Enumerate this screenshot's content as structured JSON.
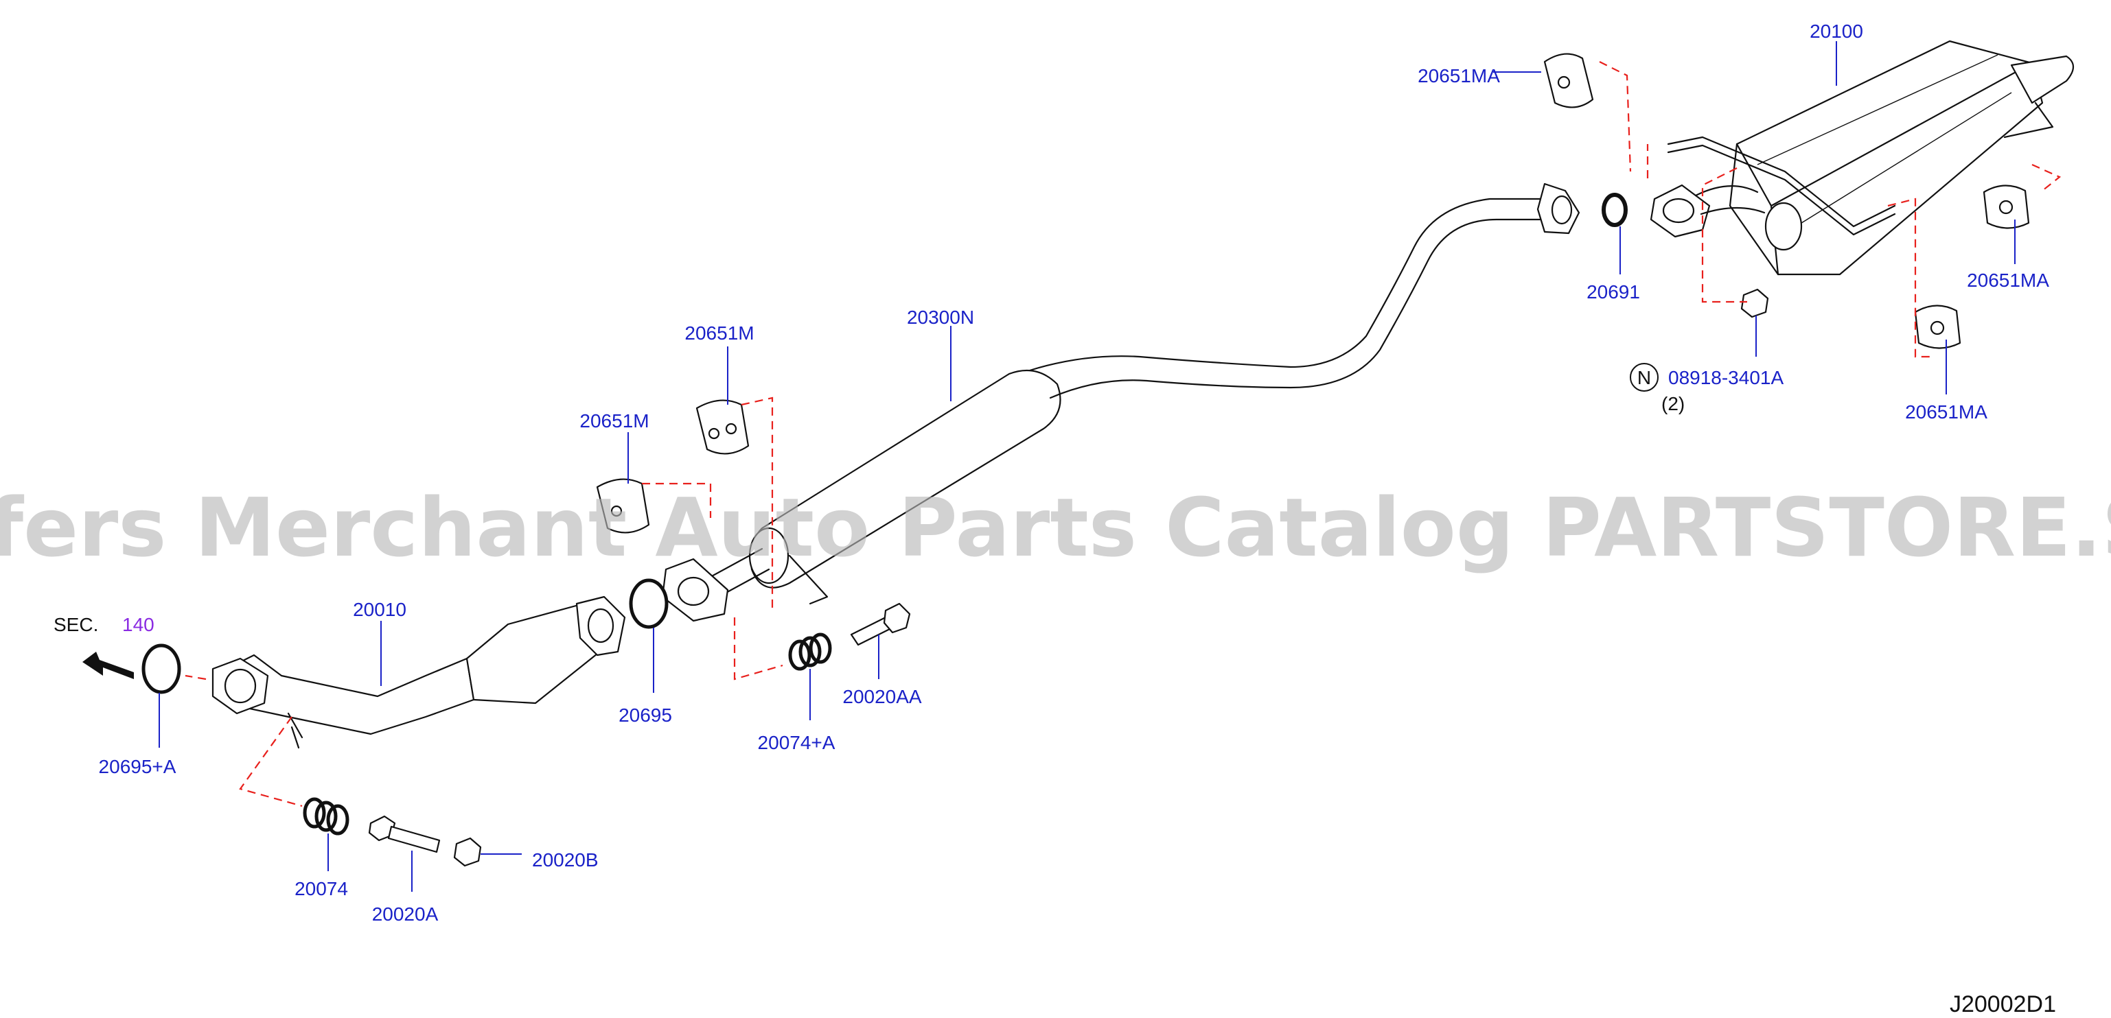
{
  "watermark": "Offers Merchant Auto Parts Catalog PARTSTORE.SA",
  "diagram_code": "J20002D1",
  "section_ref": {
    "prefix": "SEC.",
    "number": "140"
  },
  "callouts": {
    "muffler": "20100",
    "mount_rubber_top": "20651MA",
    "mount_rubber_right_upper": "20651MA",
    "mount_rubber_right_lower": "20651MA",
    "gasket_rear": "20691",
    "nut_marker": "N",
    "nut_part": "08918-3401A",
    "nut_qty": "(2)",
    "center_tube": "20300N",
    "mount_rubber_center_upper": "20651M",
    "mount_rubber_center_lower": "20651M",
    "gasket_front": "20695",
    "spring_front": "20074+A",
    "bolt_front": "20020AA",
    "catalyst_converter": "20010",
    "gasket_sec": "20695+A",
    "spring_rear": "20074",
    "bolt_rear": "20020A",
    "nut_small": "20020B"
  },
  "colors": {
    "label": "#1a22c8",
    "section_number": "#8a2be2",
    "dash_line": "#e8201c",
    "outline": "#111111",
    "watermark": "#b8b8b8"
  }
}
